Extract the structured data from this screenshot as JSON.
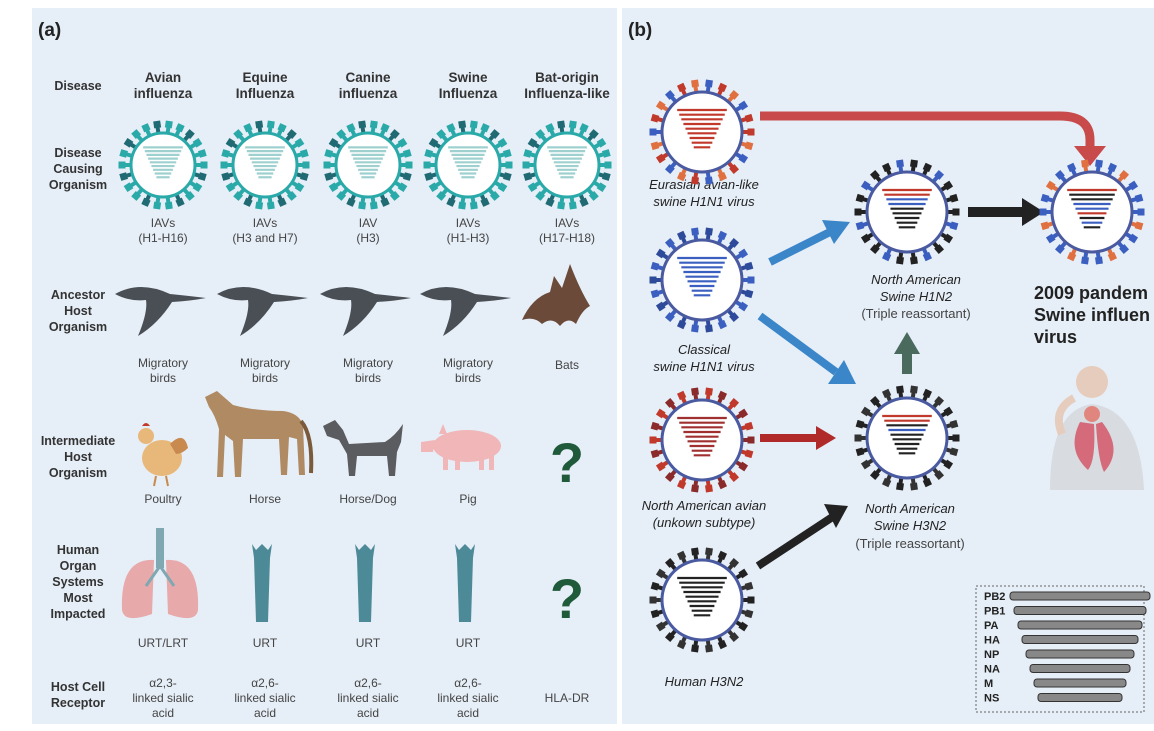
{
  "panel_a": {
    "label": "(a)",
    "row_labels": [
      "Disease",
      "Disease\nCausing\nOrganism",
      "Ancestor\nHost\nOrganism",
      "Intermediate\nHost\nOrganism",
      "Human\nOrgan\nSystems\nMost\nImpacted",
      "Host Cell\nReceptor"
    ],
    "columns": [
      {
        "disease": "Avian\ninfluenza",
        "organism": "IAVs\n(H1-H16)",
        "ancestor": "Migratory\nbirds",
        "intermediate": "Poultry",
        "organ": "URT/LRT",
        "receptor": "α2,3-\nlinked sialic\nacid"
      },
      {
        "disease": "Equine\nInfluenza",
        "organism": "IAVs\n(H3 and H7)",
        "ancestor": "Migratory\nbirds",
        "intermediate": "Horse",
        "organ": "URT",
        "receptor": "α2,6-\nlinked sialic\nacid"
      },
      {
        "disease": "Canine\ninfluenza",
        "organism": "IAV\n(H3)",
        "ancestor": "Migratory\nbirds",
        "intermediate": "Horse/Dog",
        "organ": "URT",
        "receptor": "α2,6-\nlinked sialic\nacid"
      },
      {
        "disease": "Swine\nInfluenza",
        "organism": "IAVs\n(H1-H3)",
        "ancestor": "Migratory\nbirds",
        "intermediate": "Pig",
        "organ": "URT",
        "receptor": "α2,6-\nlinked sialic\nacid"
      },
      {
        "disease": "Bat-origin\nInfluenza-like",
        "organism": "IAVs\n(H17-H18)",
        "ancestor": "Bats",
        "intermediate": "",
        "organ": "",
        "receptor": "HLA-DR"
      }
    ],
    "unknown_symbol": "?"
  },
  "panel_b": {
    "label": "(b)",
    "viruses": {
      "eurasian": "Eurasian avian-like\nswine H1N1 virus",
      "classical": "Classical\nswine H1N1 virus",
      "na_avian": "North American avian\n(unkown subtype)",
      "human": "Human H3N2",
      "na_h1n2": "North American\nSwine H1N2",
      "na_h1n2_note": "(Triple reassortant)",
      "na_h3n2": "North American\nSwine H3N2",
      "na_h3n2_note": "(Triple reassortant)",
      "pandemic": "2009 pandem\nSwine influen\nvirus"
    },
    "segments": [
      "PB2",
      "PB1",
      "PA",
      "HA",
      "NP",
      "NA",
      "M",
      "NS"
    ],
    "colors": {
      "avian": "#c0392b",
      "classical": "#3b5fc0",
      "human": "#222222",
      "swine_tm": "#e07040",
      "teal": "#2aa9a9"
    }
  }
}
